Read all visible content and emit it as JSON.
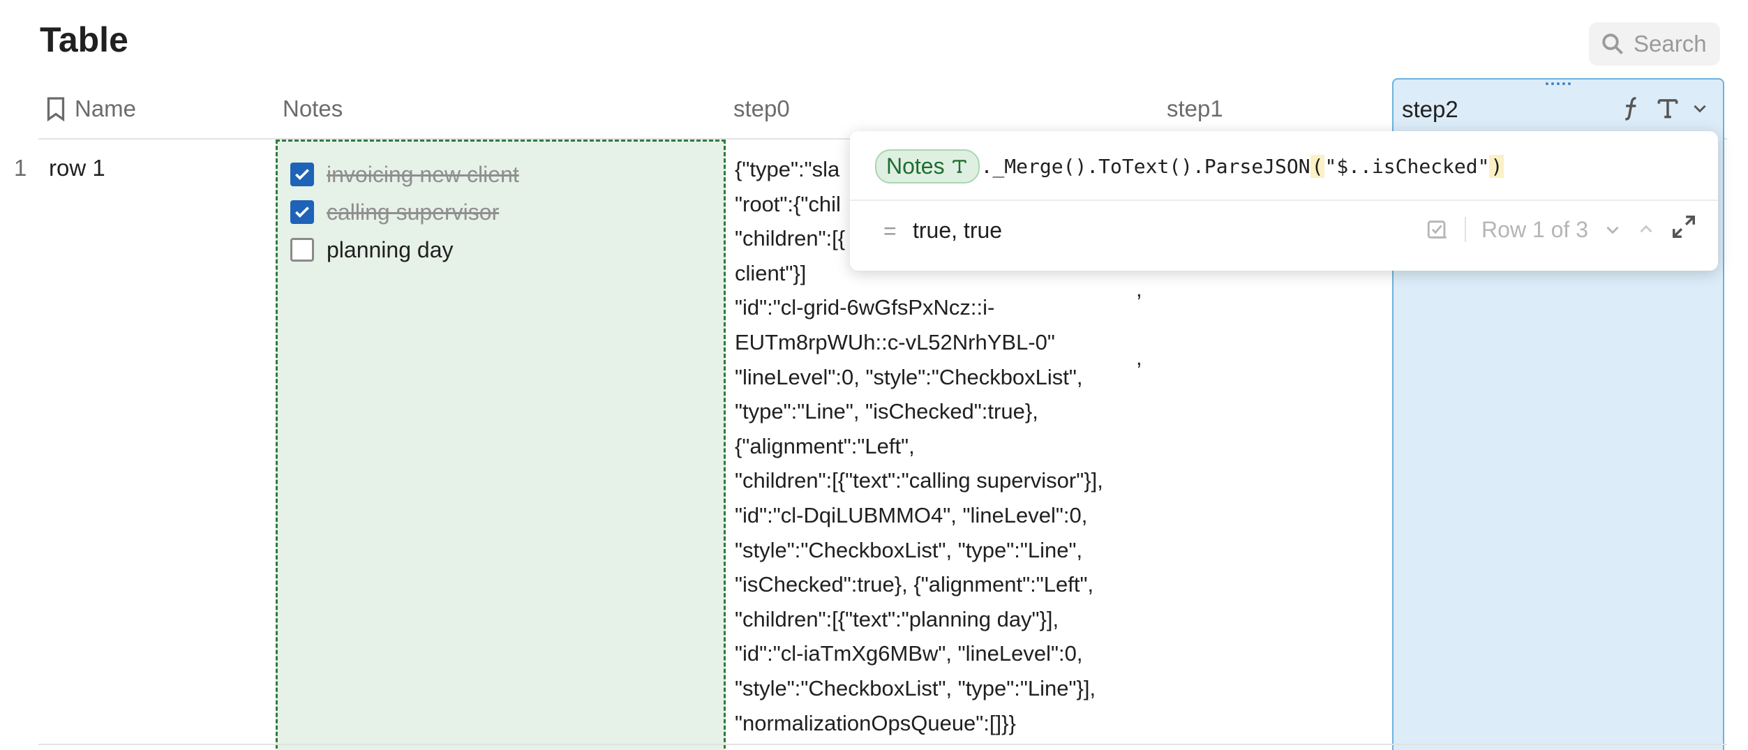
{
  "page": {
    "title": "Table",
    "search_label": "Search"
  },
  "columns": {
    "name": "Name",
    "notes": "Notes",
    "step0": "step0",
    "step1": "step1",
    "step2": "step2"
  },
  "row": {
    "number": "1",
    "name": "row 1",
    "notes": [
      {
        "text": "invoicing new client",
        "checked": true
      },
      {
        "text": "calling supervisor",
        "checked": true
      },
      {
        "text": "planning day",
        "checked": false
      }
    ],
    "step0_visible": "{\"type\":\"sla\n\"root\":{\"chil\n\"children\":[{\nclient\"}]\n\"id\":\"cl-grid-6wGfsPxNcz::i-\nEUTm8rpWUh::c-vL52NrhYBL-0\"\n\"lineLevel\":0, \"style\":\"CheckboxList\",\n\"type\":\"Line\", \"isChecked\":true},\n{\"alignment\":\"Left\",\n\"children\":[{\"text\":\"calling supervisor\"}],\n\"id\":\"cl-DqiLUBMMO4\", \"lineLevel\":0,\n\"style\":\"CheckboxList\", \"type\":\"Line\",\n\"isChecked\":true}, {\"alignment\":\"Left\",\n\"children\":[{\"text\":\"planning day\"}],\n\"id\":\"cl-iaTmXg6MBw\", \"lineLevel\":0,\n\"style\":\"CheckboxList\", \"type\":\"Line\"}],\n\"normalizationOpsQueue\":[]}}",
    "step1_visible": ",\n,"
  },
  "formula": {
    "column_chip": "Notes",
    "chain": "._Merge().ToText().ParseJSON",
    "open_paren": "(",
    "argument": "\"$..isChecked\"",
    "close_paren": ")"
  },
  "result": {
    "equals": "=",
    "value": "true, true",
    "row_indicator": "Row 1 of 3"
  },
  "colors": {
    "accent_blue": "#1e63b8",
    "notes_green": "#2f7a3d",
    "step2_fill": "#dcecf8"
  }
}
